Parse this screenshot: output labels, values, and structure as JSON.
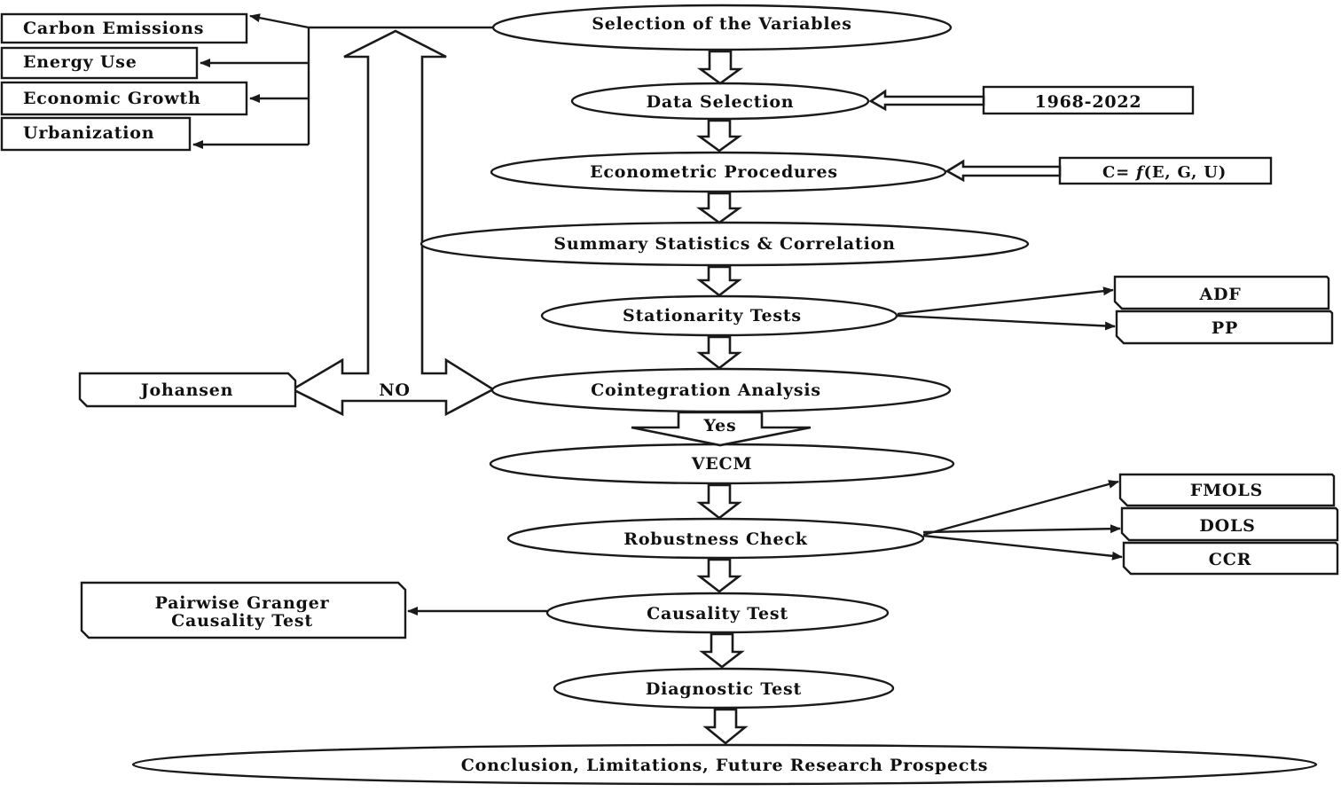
{
  "flow": {
    "selection": "Selection of the Variables",
    "data_selection": "Data Selection",
    "econometric": "Econometric Procedures",
    "summary": "Summary Statistics & Correlation",
    "stationarity": "Stationarity Tests",
    "cointegration": "Cointegration Analysis",
    "vecm": "VECM",
    "robustness": "Robustness Check",
    "causality": "Causality Test",
    "diagnostic": "Diagnostic Test",
    "conclusion": "Conclusion, Limitations, Future Research Prospects"
  },
  "variables": [
    "Carbon Emissions",
    "Energy Use",
    "Economic Growth",
    "Urbanization"
  ],
  "inputs": {
    "period": "1968-2022",
    "model_prefix": "C= ",
    "model_f": "f",
    "model_args": "(E, G, U)"
  },
  "unit_root_tests": [
    "ADF",
    "PP"
  ],
  "robustness_methods": [
    "FMOLS",
    "DOLS",
    "CCR"
  ],
  "labels": {
    "johansen": "Johansen",
    "no": "NO",
    "yes": "Yes",
    "granger_line1": "Pairwise Granger",
    "granger_line2": "Causality Test"
  }
}
